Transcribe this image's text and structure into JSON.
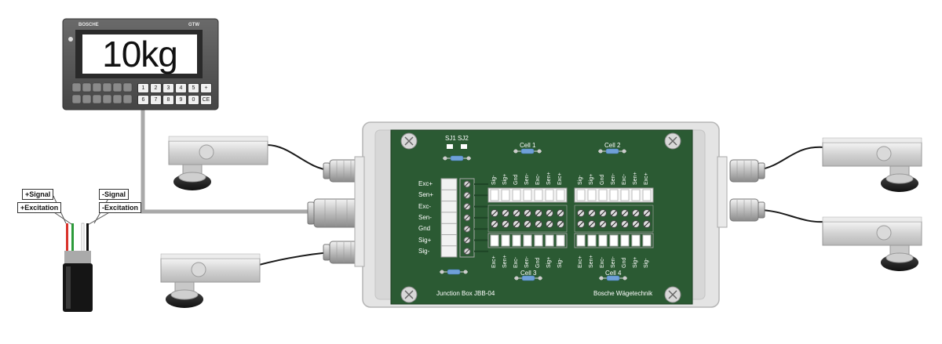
{
  "indicator": {
    "brand": "BOSCHE",
    "model": "GTW",
    "display_value": "10kg",
    "numeric_keys": [
      "1",
      "2",
      "3",
      "4",
      "5",
      "+",
      "6",
      "7",
      "8",
      "9",
      "0",
      "CE"
    ]
  },
  "cable_labels": {
    "plus_signal": "+Signal",
    "plus_excitation": "+Excitation",
    "minus_signal": "-Signal",
    "minus_excitation": "-Excitation"
  },
  "junction_box": {
    "model_label": "Junction Box JBB-04",
    "manufacturer_label": "Bosche Wägetechnik",
    "jumpers": [
      "SJ1",
      "SJ2"
    ],
    "main_terminals": [
      "Exc+",
      "Sen+",
      "Exc-",
      "Sen-",
      "Gnd",
      "Sig+",
      "Sig-"
    ],
    "cells": [
      {
        "name": "Cell 1",
        "pins": [
          "Sig-",
          "Sig+",
          "Gnd",
          "Sen-",
          "Exc-",
          "Sen+",
          "Exc+"
        ]
      },
      {
        "name": "Cell 2",
        "pins": [
          "Sig-",
          "Sig+",
          "Gnd",
          "Sen-",
          "Exc-",
          "Sen+",
          "Exc+"
        ]
      },
      {
        "name": "Cell 3",
        "pins": [
          "Exc+",
          "Sen+",
          "Exc-",
          "Sen-",
          "Gnd",
          "Sig+",
          "Sig-"
        ]
      },
      {
        "name": "Cell 4",
        "pins": [
          "Exc+",
          "Sen+",
          "Exc-",
          "Sen-",
          "Gnd",
          "Sig+",
          "Sig-"
        ]
      }
    ]
  },
  "colors": {
    "pcb": "#2b5a33",
    "enclosure": "#e3e3e3",
    "indicator_body": "#5a5a5a",
    "cable": "#222222",
    "grey_cable": "#aaaaaa"
  }
}
